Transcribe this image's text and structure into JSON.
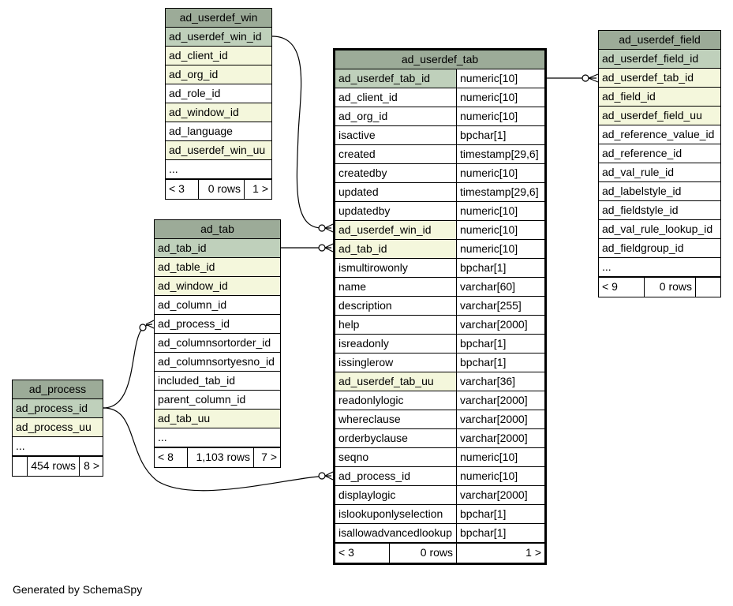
{
  "tables": {
    "win": {
      "name": "ad_userdef_win",
      "columns": [
        {
          "name": "ad_userdef_win_id",
          "kind": "pk"
        },
        {
          "name": "ad_client_id",
          "kind": "fk"
        },
        {
          "name": "ad_org_id",
          "kind": "fk"
        },
        {
          "name": "ad_role_id",
          "kind": ""
        },
        {
          "name": "ad_window_id",
          "kind": "fk"
        },
        {
          "name": "ad_language",
          "kind": ""
        },
        {
          "name": "ad_userdef_win_uu",
          "kind": "fk"
        },
        {
          "name": "...",
          "kind": ""
        }
      ],
      "footer": {
        "left": "< 3",
        "mid": "0 rows",
        "right": "1 >"
      }
    },
    "tab": {
      "name": "ad_tab",
      "columns": [
        {
          "name": "ad_tab_id",
          "kind": "pk"
        },
        {
          "name": "ad_table_id",
          "kind": "fk"
        },
        {
          "name": "ad_window_id",
          "kind": "fk"
        },
        {
          "name": "ad_column_id",
          "kind": ""
        },
        {
          "name": "ad_process_id",
          "kind": ""
        },
        {
          "name": "ad_columnsortorder_id",
          "kind": ""
        },
        {
          "name": "ad_columnsortyesno_id",
          "kind": ""
        },
        {
          "name": "included_tab_id",
          "kind": ""
        },
        {
          "name": "parent_column_id",
          "kind": ""
        },
        {
          "name": "ad_tab_uu",
          "kind": "fk"
        },
        {
          "name": "...",
          "kind": ""
        }
      ],
      "footer": {
        "left": "< 8",
        "mid": "1,103 rows",
        "right": "7 >"
      }
    },
    "process": {
      "name": "ad_process",
      "columns": [
        {
          "name": "ad_process_id",
          "kind": "pk"
        },
        {
          "name": "ad_process_uu",
          "kind": "fk"
        },
        {
          "name": "...",
          "kind": ""
        }
      ],
      "footer": {
        "left": "",
        "mid": "454 rows",
        "right": "8 >"
      }
    },
    "main": {
      "name": "ad_userdef_tab",
      "columns": [
        {
          "name": "ad_userdef_tab_id",
          "type": "numeric[10]",
          "kind": "pk"
        },
        {
          "name": "ad_client_id",
          "type": "numeric[10]",
          "kind": ""
        },
        {
          "name": "ad_org_id",
          "type": "numeric[10]",
          "kind": ""
        },
        {
          "name": "isactive",
          "type": "bpchar[1]",
          "kind": ""
        },
        {
          "name": "created",
          "type": "timestamp[29,6]",
          "kind": ""
        },
        {
          "name": "createdby",
          "type": "numeric[10]",
          "kind": ""
        },
        {
          "name": "updated",
          "type": "timestamp[29,6]",
          "kind": ""
        },
        {
          "name": "updatedby",
          "type": "numeric[10]",
          "kind": ""
        },
        {
          "name": "ad_userdef_win_id",
          "type": "numeric[10]",
          "kind": "fk"
        },
        {
          "name": "ad_tab_id",
          "type": "numeric[10]",
          "kind": "fk"
        },
        {
          "name": "ismultirowonly",
          "type": "bpchar[1]",
          "kind": ""
        },
        {
          "name": "name",
          "type": "varchar[60]",
          "kind": ""
        },
        {
          "name": "description",
          "type": "varchar[255]",
          "kind": ""
        },
        {
          "name": "help",
          "type": "varchar[2000]",
          "kind": ""
        },
        {
          "name": "isreadonly",
          "type": "bpchar[1]",
          "kind": ""
        },
        {
          "name": "issinglerow",
          "type": "bpchar[1]",
          "kind": ""
        },
        {
          "name": "ad_userdef_tab_uu",
          "type": "varchar[36]",
          "kind": "fk"
        },
        {
          "name": "readonlylogic",
          "type": "varchar[2000]",
          "kind": ""
        },
        {
          "name": "whereclause",
          "type": "varchar[2000]",
          "kind": ""
        },
        {
          "name": "orderbyclause",
          "type": "varchar[2000]",
          "kind": ""
        },
        {
          "name": "seqno",
          "type": "numeric[10]",
          "kind": ""
        },
        {
          "name": "ad_process_id",
          "type": "numeric[10]",
          "kind": ""
        },
        {
          "name": "displaylogic",
          "type": "varchar[2000]",
          "kind": ""
        },
        {
          "name": "islookuponlyselection",
          "type": "bpchar[1]",
          "kind": ""
        },
        {
          "name": "isallowadvancedlookup",
          "type": "bpchar[1]",
          "kind": ""
        }
      ],
      "footer": {
        "left": "< 3",
        "mid": "0 rows",
        "right": "1 >"
      }
    },
    "field": {
      "name": "ad_userdef_field",
      "columns": [
        {
          "name": "ad_userdef_field_id",
          "kind": "pk"
        },
        {
          "name": "ad_userdef_tab_id",
          "kind": "fk"
        },
        {
          "name": "ad_field_id",
          "kind": "fk"
        },
        {
          "name": "ad_userdef_field_uu",
          "kind": "fk"
        },
        {
          "name": "ad_reference_value_id",
          "kind": ""
        },
        {
          "name": "ad_reference_id",
          "kind": ""
        },
        {
          "name": "ad_val_rule_id",
          "kind": ""
        },
        {
          "name": "ad_labelstyle_id",
          "kind": ""
        },
        {
          "name": "ad_fieldstyle_id",
          "kind": ""
        },
        {
          "name": "ad_val_rule_lookup_id",
          "kind": ""
        },
        {
          "name": "ad_fieldgroup_id",
          "kind": ""
        },
        {
          "name": "...",
          "kind": ""
        }
      ],
      "footer": {
        "left": "< 9",
        "mid": "0 rows",
        "right": ""
      }
    }
  },
  "caption": "Generated by SchemaSpy",
  "colors": {
    "header": "#9cab98",
    "primary_key": "#bfd0bb",
    "foreign_key": "#f4f7dc"
  }
}
